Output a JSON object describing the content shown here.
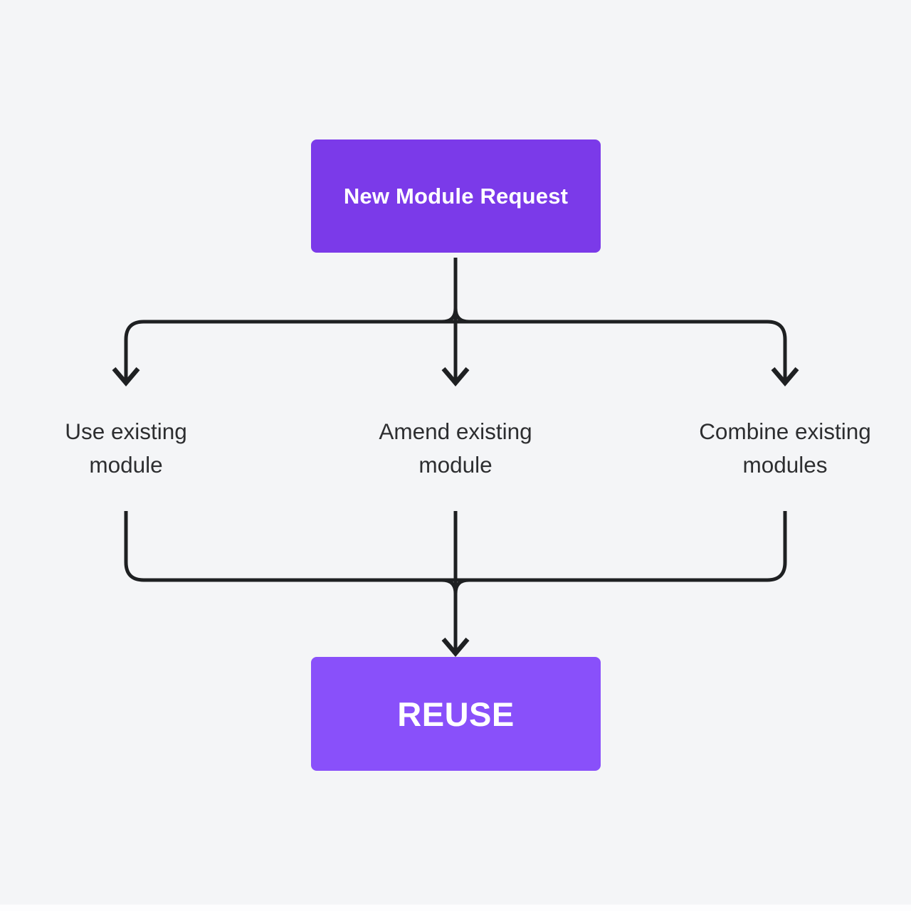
{
  "diagram": {
    "colors": {
      "background": "#F4F5F7",
      "root_box": "#7B3AE9",
      "result_box": "#8950FA",
      "connector": "#1E2022",
      "label_text": "#2D2E30",
      "box_text": "#FFFFFF"
    },
    "root_node": {
      "label": "New Module Request"
    },
    "branch_labels": [
      {
        "lines": [
          "Use existing",
          "module"
        ]
      },
      {
        "lines": [
          "Amend existing",
          "module"
        ]
      },
      {
        "lines": [
          "Combine existing",
          "modules"
        ]
      }
    ],
    "result_node": {
      "label": "REUSE"
    }
  }
}
